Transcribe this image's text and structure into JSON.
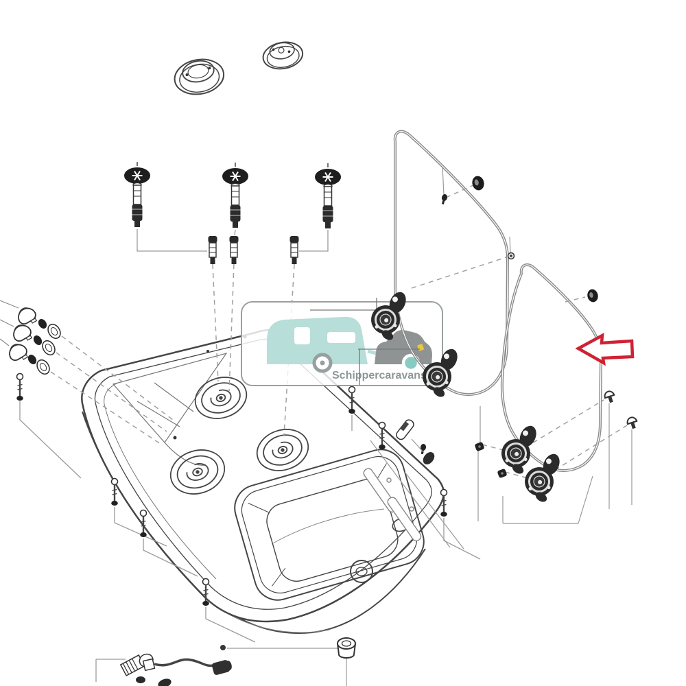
{
  "page": {
    "background": "#ffffff"
  },
  "watermark": {
    "text": "Schippercaravans.nl",
    "text_color": "#8d9797",
    "caravan_color": "#b7ded8",
    "car_color": "#8f9394",
    "hub_color": "#86ccc3",
    "headlight_color": "#e8c83c",
    "border_color": "#9aa0a0"
  },
  "annotation": {
    "arrow_color": "#cf2233",
    "arrow_direction": "left",
    "arrow_points_at": "front glass lid"
  },
  "diagram": {
    "type": "exploded-parts-diagram",
    "subject": "caravan cooker and sink combination unit",
    "line_color": "#454545",
    "leader_color": "#9a9a9a",
    "parts": [
      "burner-cap-large",
      "burner-cap-small",
      "burner-head-1",
      "burner-head-2",
      "burner-head-3",
      "ignition-electrode-1",
      "ignition-electrode-2",
      "ignition-electrode-3",
      "burner-jet-1",
      "burner-jet-2",
      "burner-jet-3",
      "control-knob-1",
      "control-knob-2",
      "control-knob-3",
      "o-ring-1",
      "o-ring-2",
      "o-ring-3",
      "washer-1",
      "washer-2",
      "washer-3",
      "hob-sink-unit",
      "hob-burner-recess-1",
      "hob-burner-recess-2",
      "hob-burner-recess-3",
      "sink-bowl",
      "drain",
      "tap-hole",
      "mounting-bracket-1",
      "mounting-bracket-2",
      "glass-lid-rear",
      "glass-lid-front",
      "lid-bumper-rear",
      "lid-bumper-front",
      "hinge-1",
      "hinge-2",
      "hinge-3",
      "hinge-4",
      "hinge-nut-1",
      "hinge-nut-2",
      "fixing-screw",
      "gas-pipe-assembly",
      "rubber-foot"
    ]
  }
}
